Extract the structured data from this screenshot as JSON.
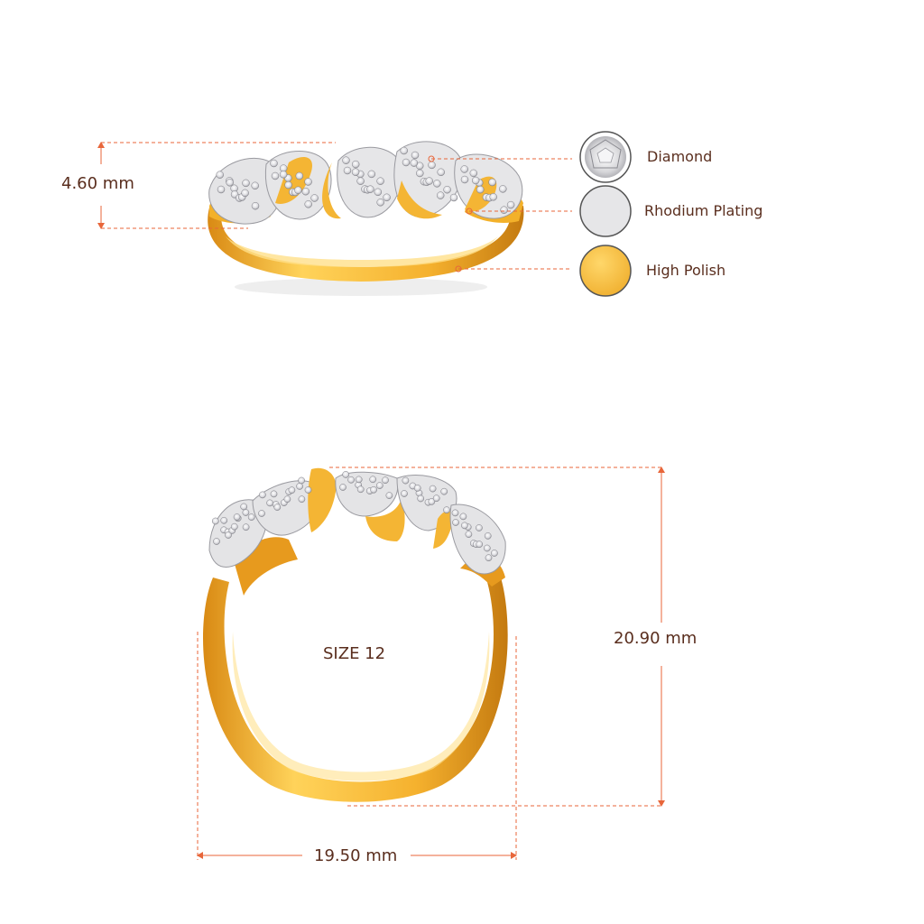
{
  "dimensions": {
    "side_height": "4.60 mm",
    "front_height": "20.90 mm",
    "front_width": "19.50 mm",
    "ring_size": "SIZE 12"
  },
  "legend": [
    {
      "label": "Diamond",
      "icon": "diamond-swatch-icon",
      "color": "#e8e8ea"
    },
    {
      "label": "Rhodium Plating",
      "icon": "rhodium-swatch-icon",
      "color": "#e6e6e8"
    },
    {
      "label": "High Polish",
      "icon": "gold-swatch-icon",
      "color": "#f6c045"
    }
  ],
  "colors": {
    "accent_line": "#e8663a",
    "text": "#5a2e1e",
    "gold": "#f2b233",
    "gold_dark": "#c47a10",
    "silver": "#d9d9dc"
  }
}
